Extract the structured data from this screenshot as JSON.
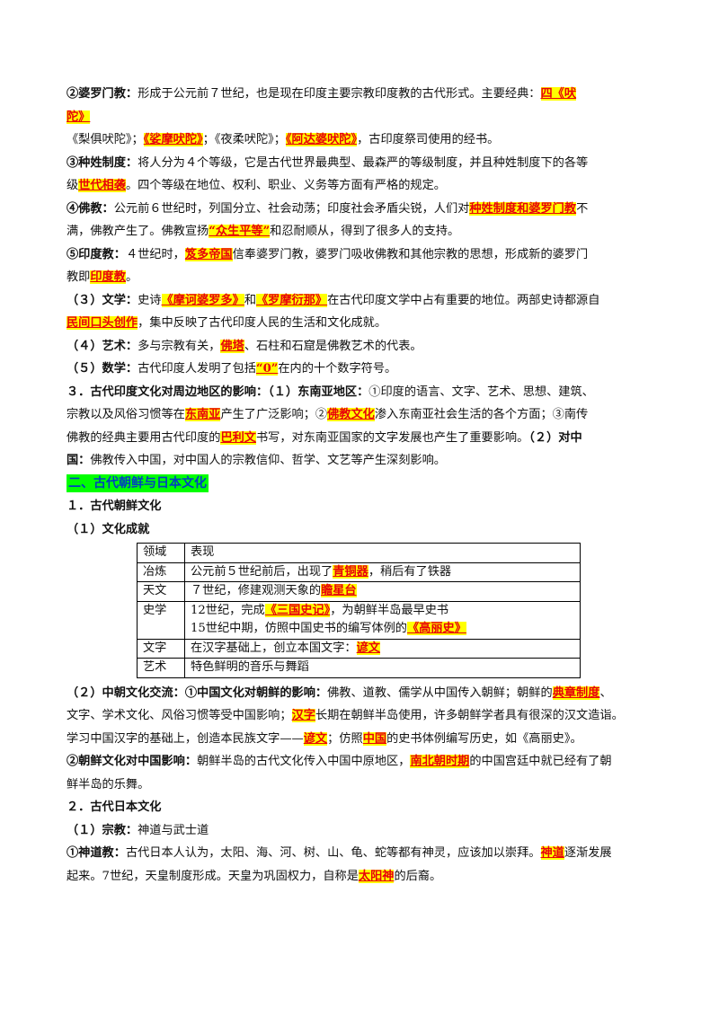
{
  "l1": {
    "a": "②婆罗门教：",
    "b": "形成于公元前７世纪，也是现在印度主要宗教印度教的古代形式。主要经典：",
    "c": "四《吠"
  },
  "l2": {
    "a": "陀》"
  },
  "l3": {
    "a": "《梨俱吠陀》；",
    "b": "《娑摩吠陀》",
    "c": "；《夜柔吠陀》；",
    "d": "《阿达婆吠陀》",
    "e": "，古印度祭司使用的经书。"
  },
  "l4": {
    "a": "③种姓制度：",
    "b": "将人分为４个等级，它是古代世界最典型、最森严的等级制度，并且种姓制度下的各等"
  },
  "l5": {
    "a": "级",
    "b": "世代相袭",
    "c": "。四个等级在地位、权利、职业、义务等方面有严格的规定。"
  },
  "l6": {
    "a": "④佛教：",
    "b": "公元前６世纪时，列国分立、社会动荡；印度社会矛盾尖锐，人们对",
    "c": "种姓制度和婆罗门教",
    "d": "不"
  },
  "l7": {
    "a": "满，佛教产生了。佛教宣扬",
    "b": "“众生平等”",
    "c": "和忍耐顺从，得到了很多人的支持。"
  },
  "l8": {
    "a": "⑤印度教：",
    "b": "４世纪时，",
    "c": "笈多帝国",
    "d": "信奉婆罗门教，婆罗门吸收佛教和其他宗教的思想，形成新的婆罗门"
  },
  "l9": {
    "a": "教即",
    "b": "印度教",
    "c": "。"
  },
  "l10": {
    "a": "（３）文学：",
    "b": "史诗",
    "c": "《摩诃婆罗多》",
    "d": "和",
    "e": "《罗摩衍那》",
    "f": "在古代印度文学中占有重要的地位。两部史诗都源自"
  },
  "l11": {
    "a": "民间口头创作",
    "b": "，集中反映了古代印度人民的生活和文化成就。"
  },
  "l12": {
    "a": "（４）艺术：",
    "b": "多与宗教有关，",
    "c": "佛塔",
    "d": "、石柱和石窟是佛教艺术的代表。"
  },
  "l13": {
    "a": "（５）数学：",
    "b": "古代印度人发明了包括",
    "c": "“0”",
    "d": "在内的十个数字符号。"
  },
  "l14": {
    "a": "３．古代印度文化对周边地区的影响：（１）东南亚地区：",
    "b": "①印度的语言、文字、艺术、思想、建筑、"
  },
  "l15": {
    "a": "宗教以及风俗习惯等在",
    "b": "东南亚",
    "c": "产生了广泛影响；②",
    "d": "佛教文化",
    "e": "渗入东南亚社会生活的各个方面；③南传"
  },
  "l16": {
    "a": "佛教的经典主要用古代印度的",
    "b": "巴利文",
    "c": "书写，对东南亚国家的文字发展也产生了重要影响。",
    "d": "（２）对中"
  },
  "l17": {
    "a": "国：",
    "b": "佛教传入中国，对中国人的宗教信仰、哲学、文艺等产生深刻影响。"
  },
  "section2": "二、古代朝鲜与日本文化",
  "h1": "１．古代朝鲜文化",
  "h2": "（１）文化成就",
  "table": {
    "header": {
      "field": "领域",
      "content": "表现"
    },
    "r1": {
      "field": "冶炼",
      "a": "公元前５世纪前后，出现了",
      "b": "青铜器",
      "c": "，稍后有了铁器"
    },
    "r2": {
      "field": "天文",
      "a": "７世纪，修建观测天象的",
      "b": "瞻星台"
    },
    "r3": {
      "field": "史学",
      "a": "12世纪，完成",
      "b": "《三国史记》",
      "c": "，为朝鲜半岛最早史书",
      "d": "15世纪中期，仿照中国史书的编写体例的",
      "e": "《高丽史》"
    },
    "r4": {
      "field": "文字",
      "a": "在汉字基础上，创立本国文字：",
      "b": "谚文"
    },
    "r5": {
      "field": "艺术",
      "a": "特色鲜明的音乐与舞蹈"
    }
  },
  "m1": {
    "a": "（２）中朝文化交流：①中国文化对朝鲜的影响：",
    "b": "佛教、道教、儒学从中国传入朝鲜；朝鲜的",
    "c": "典章制度",
    "d": "、"
  },
  "m2": {
    "a": "文字、学术文化、风俗习惯等受中国影响；",
    "b": "汉字",
    "c": "长期在朝鲜半岛使用，许多朝鲜学者具有很深的汉文造诣。"
  },
  "m3": {
    "a": "学习中国汉字的基础上，创造本民族文字——",
    "b": "谚文",
    "c": "；仿照",
    "d": "中国",
    "e": "的史书体例编写历史，如《高丽史》。"
  },
  "m4": {
    "a": "②朝鲜文化对中国影响：",
    "b": "朝鲜半岛的古代文化传入中国中原地区，",
    "c": "南北朝时期",
    "d": "的中国宫廷中就已经有了朝"
  },
  "m5": {
    "a": "鲜半岛的乐舞。"
  },
  "h3": "２．古代日本文化",
  "j1": {
    "a": "（１）宗教：",
    "b": "神道与武士道"
  },
  "j2": {
    "a": "①神道教：",
    "b": "古代日本人认为，太阳、海、河、树、山、龟、蛇等都有神灵，应该加以崇拜。",
    "c": "神道",
    "d": "逐渐发展"
  },
  "j3": {
    "a": "起来。7世纪，天皇制度形成。天皇为巩固权力，自称是",
    "b": "太阳神",
    "c": "的后裔。"
  }
}
